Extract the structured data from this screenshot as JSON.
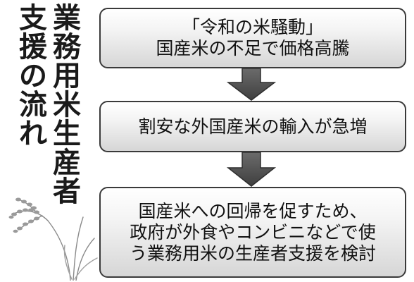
{
  "title": {
    "line1": "業務用米生産者",
    "line2": "支援の流れ"
  },
  "steps": [
    {
      "lines": [
        "「令和の米騒動」",
        "国産米の不足で価格高騰"
      ]
    },
    {
      "lines": [
        "割安な外国産米の輸入が急増"
      ]
    },
    {
      "lines": [
        "国産米への回帰を促すため、",
        "政府が外食やコンビニなどで使",
        "う業務用米の生産者支援を検討"
      ]
    }
  ],
  "colors": {
    "box_border": "#3a3a3a",
    "box_gradient_top": "#ffffff",
    "box_gradient_bottom": "#d6d6d6",
    "arrow": "#555555",
    "text": "#111111"
  },
  "icons": {
    "arrow": "down-arrow-icon",
    "plant": "rice-plant-icon"
  }
}
